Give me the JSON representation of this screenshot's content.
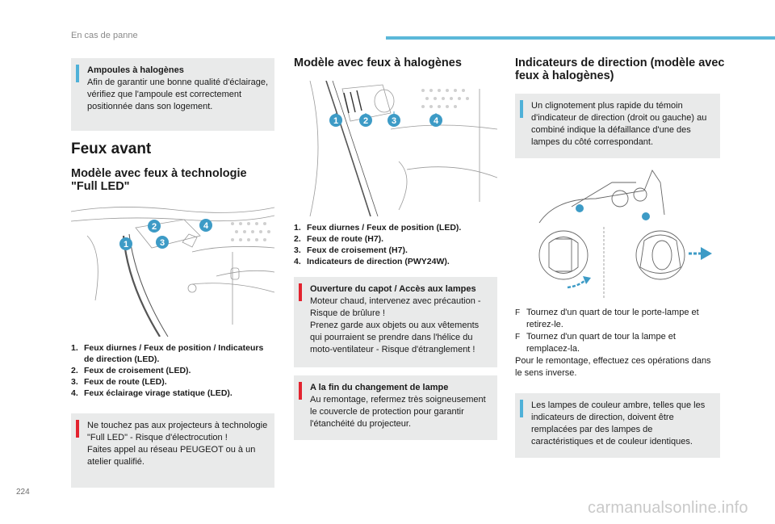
{
  "header": {
    "section": "En cas de panne",
    "accent": "#5bb8d9"
  },
  "page_number": "224",
  "watermark": "carmanualsonline.info",
  "col1": {
    "info_box": {
      "title": "Ampoules à halogènes",
      "body": "Afin de garantir une bonne qualité d'éclairage, vérifiez que l'ampoule est correctement positionnée dans son logement."
    },
    "heading": "Feux avant",
    "subheading": "Modèle avec feux à technologie \"Full LED\"",
    "callouts": [
      "1",
      "2",
      "3",
      "4"
    ],
    "items": [
      {
        "num": "1.",
        "text": "Feux diurnes / Feux de position / Indicateurs de direction (LED)."
      },
      {
        "num": "2.",
        "text": "Feux de croisement (LED)."
      },
      {
        "num": "3.",
        "text": "Feux de route (LED)."
      },
      {
        "num": "4.",
        "text": "Feux éclairage virage statique (LED)."
      }
    ],
    "warn_box": {
      "body": "Ne touchez pas aux projecteurs à technologie \"Full LED\" - Risque d'électrocution !\nFaites appel au réseau PEUGEOT ou à un atelier qualifié."
    }
  },
  "col2": {
    "heading": "Modèle avec feux à halogènes",
    "callouts": [
      "1",
      "2",
      "3",
      "4"
    ],
    "items": [
      {
        "num": "1.",
        "text": "Feux diurnes / Feux de position (LED)."
      },
      {
        "num": "2.",
        "text": "Feux de route (H7)."
      },
      {
        "num": "3.",
        "text": "Feux de croisement (H7)."
      },
      {
        "num": "4.",
        "text": "Indicateurs de direction (PWY24W)."
      }
    ],
    "warn_box1": {
      "title": "Ouverture du capot / Accès aux lampes",
      "body": "Moteur chaud, intervenez avec précaution - Risque de brûlure !\nPrenez garde aux objets ou aux vêtements qui pourraient se prendre dans l'hélice du moto-ventilateur - Risque d'étranglement !"
    },
    "warn_box2": {
      "title": "A la fin du changement de lampe",
      "body": "Au remontage, refermez très soigneusement le couvercle de protection pour garantir l'étanchéité du projecteur."
    }
  },
  "col3": {
    "heading": "Indicateurs de direction (modèle avec feux à halogènes)",
    "info_box1": {
      "body": "Un clignotement plus rapide du témoin d'indicateur de direction (droit ou gauche) au combiné indique la défaillance d'une des lampes du côté correspondant."
    },
    "steps": [
      {
        "sym": "F",
        "text": "Tournez d'un quart de tour le porte-lampe et retirez-le."
      },
      {
        "sym": "F",
        "text": "Tournez d'un quart de tour la lampe et remplacez-la."
      }
    ],
    "note": "Pour le remontage, effectuez ces opérations dans le sens inverse.",
    "info_box2": {
      "body": "Les lampes de couleur ambre, telles que les indicateurs de direction, doivent être remplacées par des lampes de caractéristiques et de couleur identiques."
    }
  },
  "colors": {
    "callout": "#3d9bc6",
    "warn": "#e3232f",
    "info": "#4fb1d8",
    "box_bg": "#e9eaea"
  }
}
